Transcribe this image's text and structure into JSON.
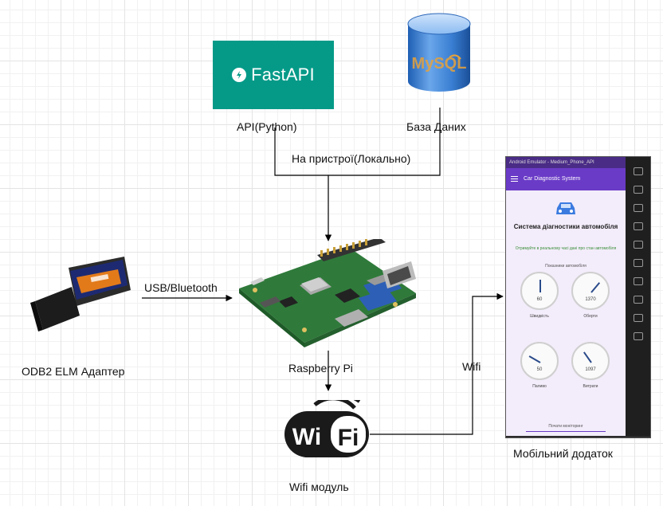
{
  "labels": {
    "api": "API(Python)",
    "db": "База Даних",
    "local": "На пристрої(Локально)",
    "usb": "USB/Bluetooth",
    "adapter": "ODB2 ELM Адаптер",
    "rpi": "Raspberry Pi",
    "wifi_link": "Wifi",
    "wifi_module": "Wifi модуль",
    "mobile_app": "Мобільний додаток"
  },
  "logos": {
    "fastapi": "FastAPI",
    "mysql": "MySQL",
    "wifi": "WiFi"
  },
  "phone": {
    "status_bar": "Android Emulator - Medium_Phone_API",
    "app_title": "Car Diagnostic System",
    "heading": "Система діагностики автомобіля",
    "subtitle": "Отримуйте в реальному часі дані про стан автомобіля",
    "section": "Показники автомобіля",
    "gauges": [
      {
        "label": "Швидкість",
        "value": "60"
      },
      {
        "label": "Оберти",
        "value": "1370"
      },
      {
        "label": "Паливо",
        "value": "50"
      },
      {
        "label": "Витрати",
        "value": "1097"
      }
    ],
    "button": "Почати моніторинг"
  },
  "colors": {
    "fastapi_bg": "#059a88",
    "app_bar": "#6a3bc7",
    "arrows": "#000000"
  }
}
